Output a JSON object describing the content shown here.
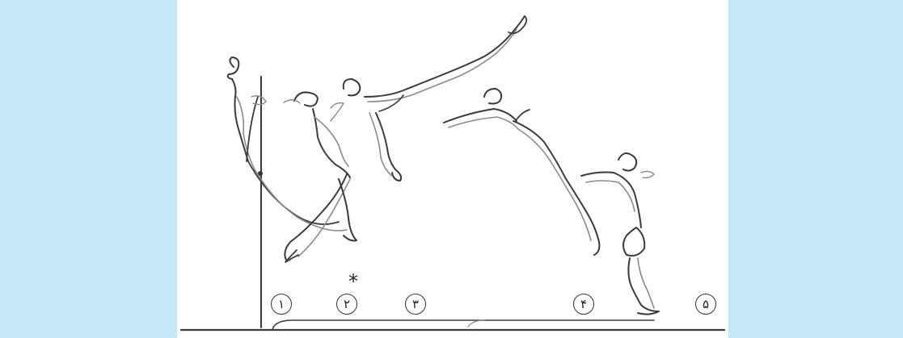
{
  "markers": [
    {
      "label": "۱"
    },
    {
      "label": "۲"
    },
    {
      "label": "۳"
    },
    {
      "label": "۴"
    },
    {
      "label": "۵"
    }
  ],
  "asterisk": "*",
  "colors": {
    "side_panels": "#c5e8f7",
    "drawing_background": "#ffffff",
    "ink": "#3a3a3a"
  }
}
